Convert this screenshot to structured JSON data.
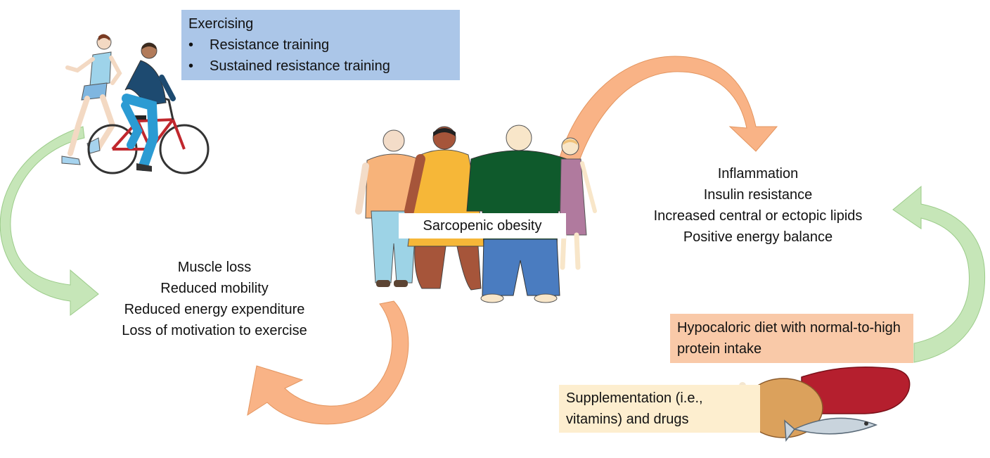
{
  "exercise": {
    "title": "Exercising",
    "items": [
      "Resistance training",
      "Sustained resistance training"
    ]
  },
  "center": {
    "label": "Sarcopenic obesity"
  },
  "left_effects": [
    "Muscle loss",
    "Reduced mobility",
    "Reduced energy expenditure",
    "Loss of motivation to exercise"
  ],
  "right_effects": [
    "Inflammation",
    "Insulin resistance",
    "Increased central or ectopic lipids",
    "Positive energy balance"
  ],
  "diet": {
    "label": "Hypocaloric diet with normal-to-high protein intake"
  },
  "supplement": {
    "lines": [
      "Supplementation (i.e.,",
      "vitamins)  and drugs"
    ]
  },
  "colors": {
    "orange_arrow": "#f9b386",
    "green_arrow": "#c6e6b8",
    "exercise_box": "#abc6e8",
    "diet_box": "#f9c9a8",
    "supplement_box": "#fdeecf"
  },
  "icons": [
    "runner-icon",
    "cyclist-icon",
    "obese-people-icon",
    "chicken-icon",
    "steak-icon",
    "fish-icon"
  ]
}
